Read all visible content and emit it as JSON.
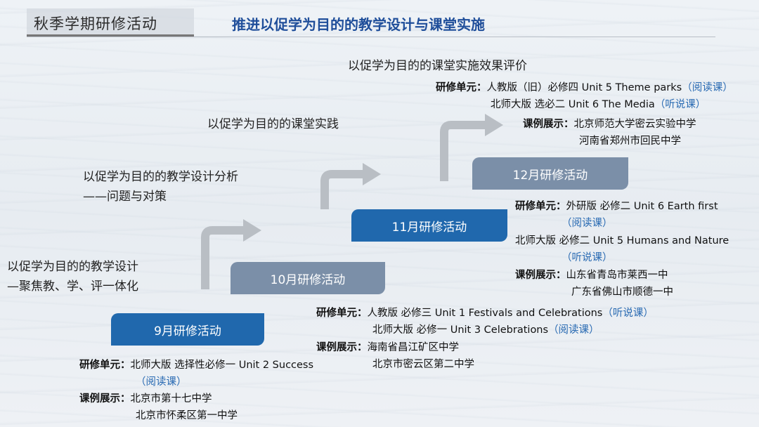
{
  "header": {
    "title": "秋季学期研修活动",
    "subtitle": "推进以促学为目的的教学设计与课堂实施"
  },
  "levels": {
    "l1_line1": "以促学为目的的教学设计",
    "l1_line2": "—聚焦教、学、评一体化",
    "l2_line1": "以促学为目的的教学设计分析",
    "l2_line2": "——问题与对策",
    "l3": "以促学为目的的课堂实践",
    "l4": "以促学为目的的课堂实施效果评价"
  },
  "steps": {
    "sep": "9月研修活动",
    "oct": "10月研修活动",
    "nov": "11月研修活动",
    "dec": "12月研修活动"
  },
  "labels": {
    "unit": "研修单元：",
    "case": "课例展示："
  },
  "sep": {
    "unit1": "北师大版 选择性必修一  Unit 2 Success",
    "unit1_type": "（阅读课）",
    "case1": "北京市第十七中学",
    "case2": "北京市怀柔区第一中学"
  },
  "oct": {
    "unit1": "人教版 必修三 Unit 1 Festivals and Celebrations",
    "unit1_type": "（听说课）",
    "unit2": "北师大版 必修一  Unit 3 Celebrations",
    "unit2_type": "（阅读课）",
    "case1": "海南省昌江矿区中学",
    "case2": "北京市密云区第二中学"
  },
  "nov": {
    "unit1": "外研版 必修二 Unit 6 Earth first",
    "unit1_type": "（阅读课）",
    "unit2": "北师大版 必修二   Unit 5 Humans and Nature",
    "unit2_type": "（听说课）",
    "case1": "山东省青岛市莱西一中",
    "case2": "广东省佛山市顺德一中"
  },
  "dec": {
    "unit1": "人教版（旧）必修四 Unit 5 Theme parks",
    "unit1_type": "（阅读课）",
    "unit2": "北师大版 选必二 Unit 6 The Media",
    "unit2_type": "（听说课）",
    "case1": "北京师范大学密云实验中学",
    "case2": "河南省郑州市回民中学"
  },
  "colors": {
    "step_dark": "#2068ad",
    "step_grey": "#7b8fa8",
    "subtitle": "#1f4e9a",
    "course_type": "#2a6bb3",
    "arrow": "#b9bec4"
  }
}
